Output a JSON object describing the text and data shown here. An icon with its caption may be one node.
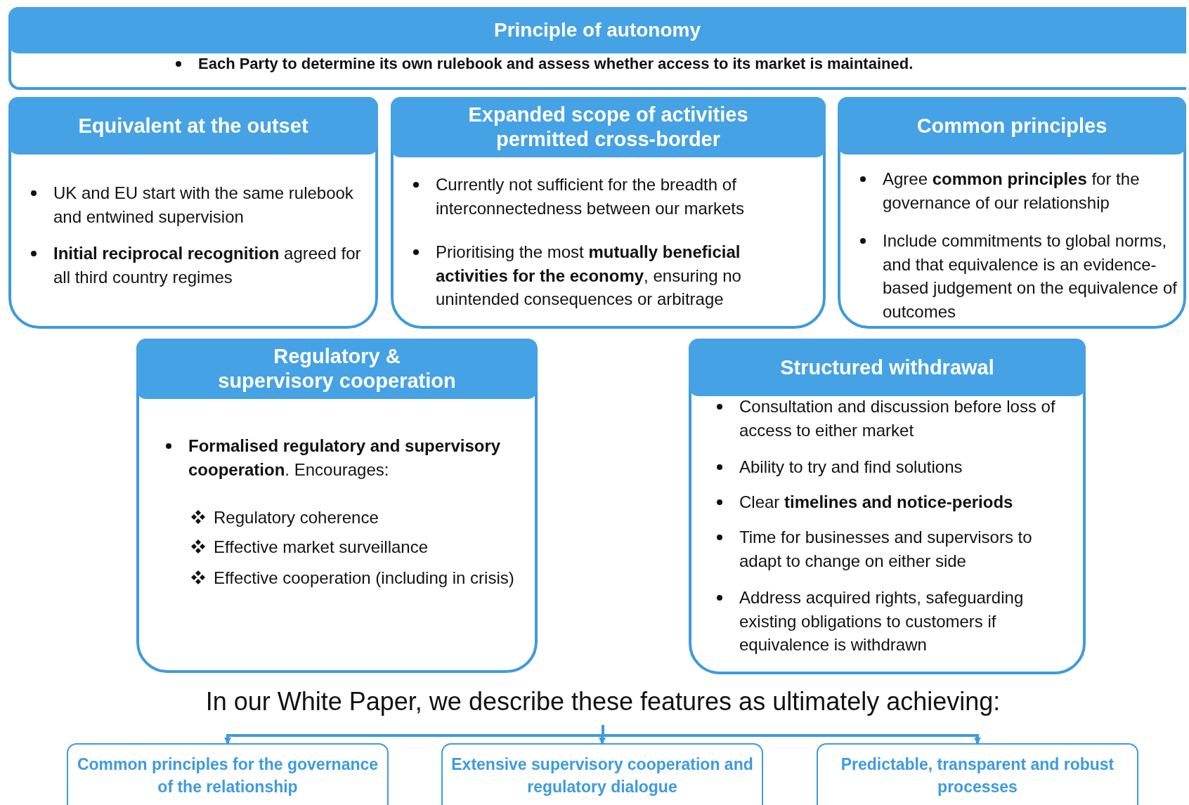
{
  "diagram": {
    "nodes": [
      {
        "text": [
          "Principle of autonomy",
          "Each Party to determine its own rulebook and assess whether access to its market is maintained."
        ]
      },
      {
        "text": [
          "Equivalent at the outset",
          "UK and EU start with the same rulebook and entwined supervision",
          "**Initial reciprocal recognition** agreed for all third country regimes"
        ]
      },
      {
        "text": [
          "Expanded scope of activities permitted cross-border",
          "Currently not sufficient for the breadth of interconnectedness between our markets",
          "Prioritising the most **mutually beneficial activities for the economy**, ensuring no unintended consequences or arbitrage"
        ]
      },
      {
        "text": [
          "Common principles",
          "Agree **common principles** for the governance of our relationship",
          "Include commitments to global norms, and that equivalence is an evidence-based judgement on the equivalence of outcomes"
        ]
      },
      {
        "text": [
          "Regulatory & supervisory cooperation",
          "**Formalised regulatory and supervisory cooperation**. Encourages:",
          "Regulatory coherence",
          "Effective market surveillance",
          "Effective cooperation (including in crisis)"
        ]
      },
      {
        "text": [
          "Structured withdrawal",
          "Consultation and discussion before loss of access to either market",
          "Ability to try and find solutions",
          "Clear **timelines and notice-periods**",
          "Time for businesses and supervisors to adapt to change on either side",
          "Address acquired rights, safeguarding existing obligations to customers if equivalence is withdrawn"
        ]
      },
      {
        "text": [
          "In our White Paper, we describe these features as ultimately achieving:"
        ]
      },
      {
        "text": [
          "Common principles for the governance of the relationship"
        ]
      },
      {
        "text": [
          "Extensive supervisory cooperation and regulatory dialogue"
        ]
      },
      {
        "text": [
          "Predictable, transparent and robust processes"
        ]
      }
    ],
    "edges": [
      {
        "from": 6,
        "to": 7,
        "arrow": "to"
      },
      {
        "from": 6,
        "to": 8,
        "arrow": "to"
      },
      {
        "from": 6,
        "to": 9,
        "arrow": "to"
      }
    ]
  }
}
